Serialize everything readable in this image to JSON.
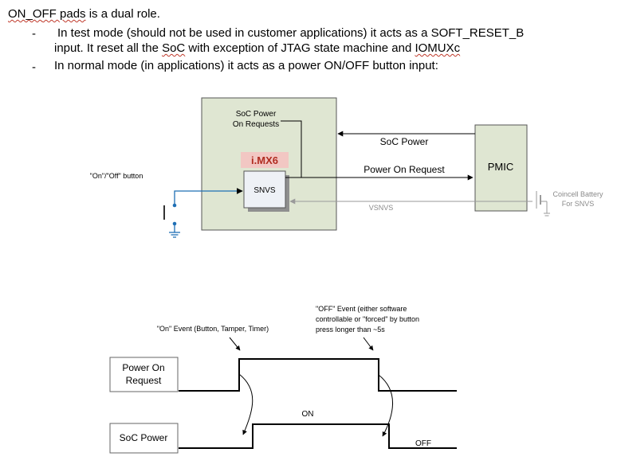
{
  "document": {
    "heading_part1": "ON_O",
    "heading_part2": "FF pads",
    "heading_part3": " is a dual role.",
    "bullet_marker": "-",
    "bullet1_line1": "In test mode (should not be used in customer applications) it acts as a SOFT_RESET_B",
    "bullet1_line2_a": "input. It reset all the ",
    "bullet1_line2_soc": "SoC",
    "bullet1_line2_b": " with exception of JTAG state machine and ",
    "bullet1_line2_iomux": "IOMUXc",
    "bullet2": "In normal mode (in applications) it acts as a power ON/OFF button input:"
  },
  "block_diagram": {
    "soc_power_requests_line1": "SoC Power",
    "soc_power_requests_line2": "On Requests",
    "imx6_label": "i.MX6",
    "snvs_label": "SNVS",
    "pmic_label": "PMIC",
    "soc_power_signal": "SoC Power",
    "power_on_request_signal": "Power On Request",
    "vsnvs_signal": "VSNVS",
    "button_label": "\"On\"/\"Off\" button",
    "coincell_line1": "Coincell Battery",
    "coincell_line2": "For SNVS",
    "colors": {
      "soc_box_fill": "#dfe6d2",
      "imx6_fill": "#f2c7c3",
      "imx6_text": "#b02c20",
      "button_wire": "#1f6fb5",
      "vsnvs_line": "#9a9a9a"
    }
  },
  "timing_diagram": {
    "on_event_label": "\"On\" Event (Button, Tamper, Timer)",
    "off_event_line1": "\"OFF\" Event (either software",
    "off_event_line2": "controllable or \"forced\" by button",
    "off_event_line3": "press longer than ~5s",
    "power_on_request_line1": "Power On",
    "power_on_request_line2": "Request",
    "soc_power_label": "SoC Power",
    "on_state": "ON",
    "off_state": "OFF"
  }
}
